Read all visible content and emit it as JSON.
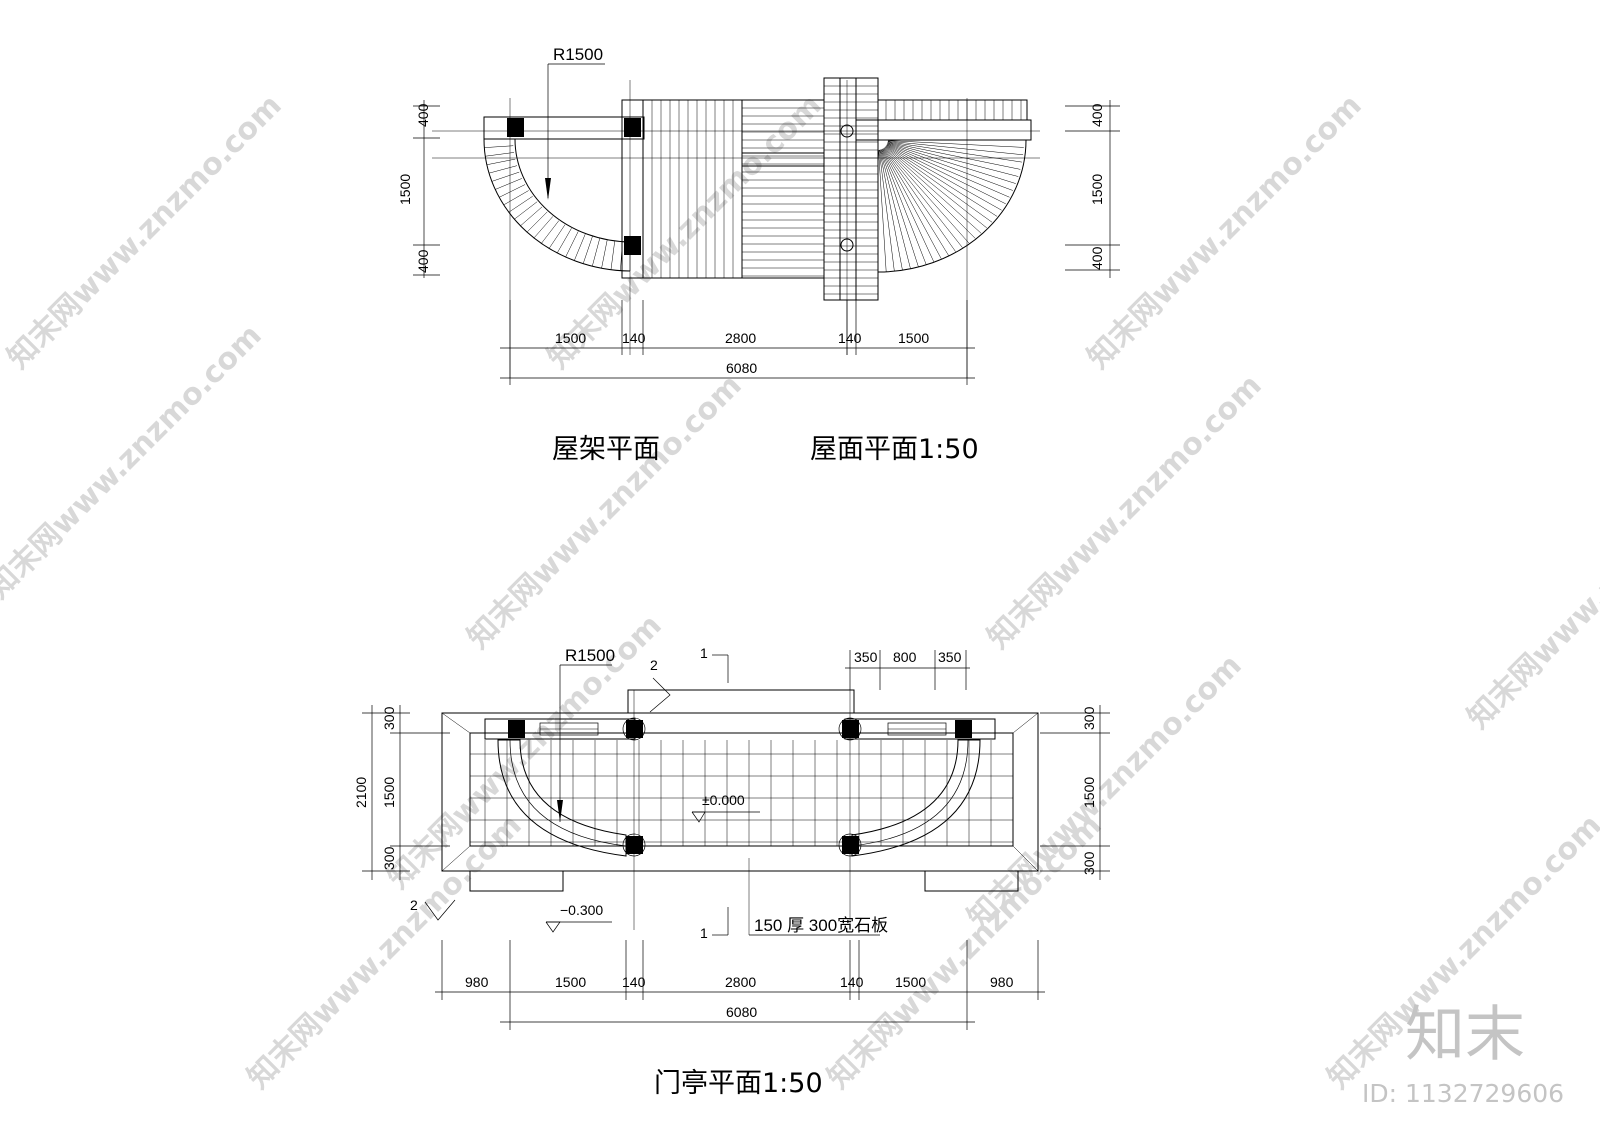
{
  "titles": {
    "roof_frame": "屋架平面",
    "roof_plan": "屋面平面1:50",
    "gate_plan": "门亭平面1:50"
  },
  "top_plan": {
    "radius": "R1500",
    "dims_left": [
      "400",
      "1500",
      "400"
    ],
    "dims_right": [
      "400",
      "1500",
      "400"
    ],
    "dims_bottom": [
      "1500",
      "140",
      "2800",
      "140",
      "1500"
    ],
    "total": "6080"
  },
  "bottom_plan": {
    "radius": "R1500",
    "section_1": "1",
    "section_2": "2",
    "dims_top_right": [
      "350",
      "800",
      "350"
    ],
    "dims_left": [
      "300",
      "1500",
      "300"
    ],
    "dim_left_total": "2100",
    "dims_right": [
      "300",
      "1500",
      "300"
    ],
    "elevation_floor": "±0.000",
    "elevation_ground": "−0.300",
    "slab_note": "150 厚 300宽石板",
    "dims_bottom": [
      "980",
      "1500",
      "140",
      "2800",
      "140",
      "1500",
      "980"
    ],
    "total": "6080"
  },
  "watermark": {
    "text": "知末网www.znzmo.com",
    "logo": "知末",
    "id": "ID: 1132729606"
  }
}
